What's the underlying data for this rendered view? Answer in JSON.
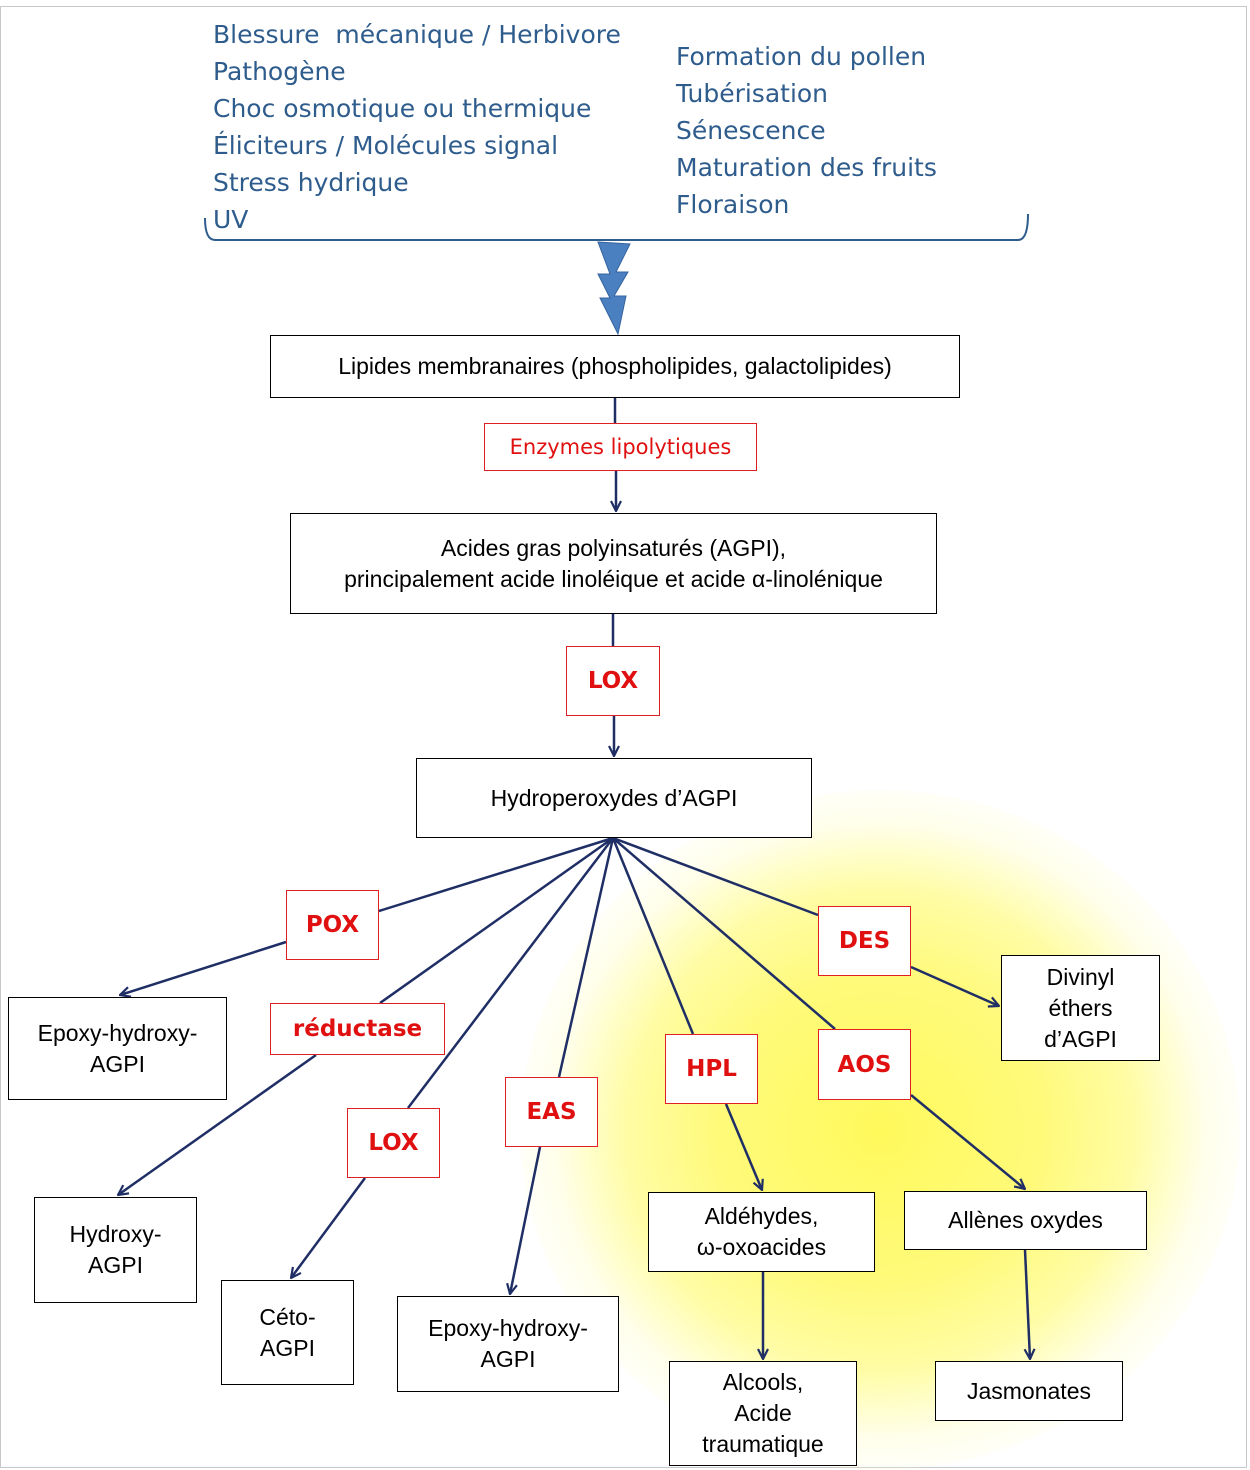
{
  "triggers": {
    "left": [
      "Blessure  mécanique / Herbivore",
      "Pathogène",
      "Choc osmotique ou thermique",
      "Éliciteurs / Molécules signal",
      "Stress hydrique",
      "UV"
    ],
    "right": [
      "Formation du pollen",
      "Tubérisation",
      "Sénescence",
      "Maturation des fruits",
      "Floraison"
    ]
  },
  "nodes": {
    "lipids": "Lipides membranaires (phospholipides, galactolipides)",
    "agpi": "Acides gras polyinsaturés (AGPI),\nprincipalement acide linoléique et acide α-linolénique",
    "hydroperoxides": "Hydroperoxydes d’AGPI",
    "epoxy_hydroxy_left": "Epoxy-hydroxy-\nAGPI",
    "hydroxy": "Hydroxy-\nAGPI",
    "ceto": "Céto-\nAGPI",
    "epoxy_hydroxy_center": "Epoxy-hydroxy-\nAGPI",
    "aldehydes": "Aldéhydes,\nω-oxoacides",
    "alcohols": "Alcools,\nAcide\ntraumatique",
    "allene_oxides": "Allènes oxydes",
    "jasmonates": "Jasmonates",
    "divinyl": "Divinyl\néthers\nd’AGPI"
  },
  "enzymes": {
    "lipolytic": "Enzymes lipolytiques",
    "lox_main": "LOX",
    "pox": "POX",
    "reductase": "réductase",
    "lox_branch": "LOX",
    "eas": "EAS",
    "hpl": "HPL",
    "aos": "AOS",
    "des": "DES"
  },
  "colors": {
    "trigger_text": "#2e5c8c",
    "enzyme_text": "#e01010",
    "enzyme_border": "#e02020",
    "arrow": "#1f2f66",
    "bolt": "#4a7fc0",
    "glow": "#fff95c"
  },
  "icons": {
    "bolt": "lightning-bolt-icon"
  }
}
